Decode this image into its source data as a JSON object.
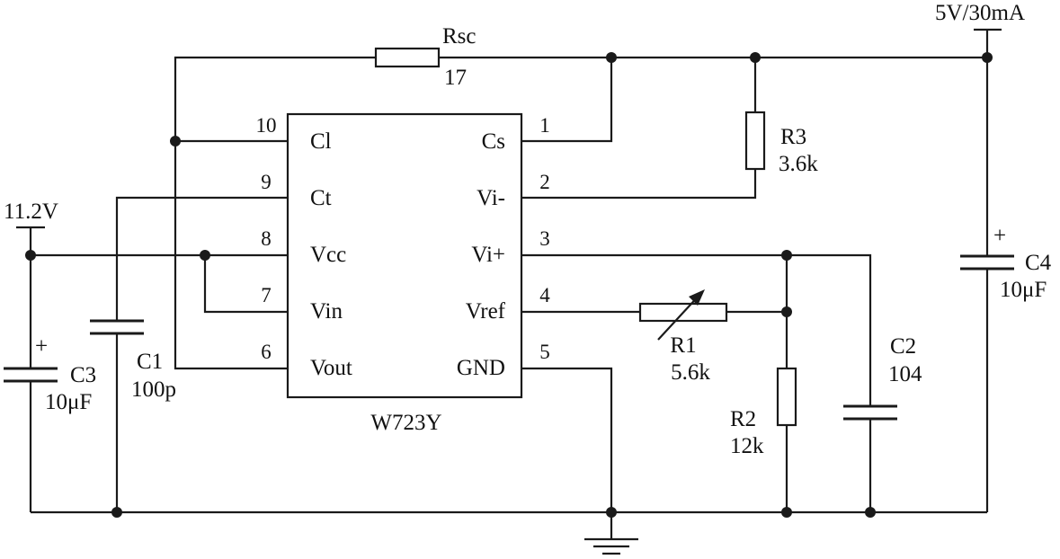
{
  "chip": {
    "name": "W723Y",
    "left_pins": [
      {
        "num": "10",
        "label": "Cl"
      },
      {
        "num": "9",
        "label": "Ct"
      },
      {
        "num": "8",
        "label": "Vcc"
      },
      {
        "num": "7",
        "label": "Vin"
      },
      {
        "num": "6",
        "label": "Vout"
      }
    ],
    "right_pins": [
      {
        "num": "1",
        "label": "Cs"
      },
      {
        "num": "2",
        "label": "Vi-"
      },
      {
        "num": "3",
        "label": "Vi+"
      },
      {
        "num": "4",
        "label": "Vref"
      },
      {
        "num": "5",
        "label": "GND"
      }
    ]
  },
  "supply_in": "11.2V",
  "supply_out": "5V/30mA",
  "rsc": {
    "name": "Rsc",
    "value": "17"
  },
  "r1": {
    "name": "R1",
    "value": "5.6k"
  },
  "r2": {
    "name": "R2",
    "value": "12k"
  },
  "r3": {
    "name": "R3",
    "value": "3.6k"
  },
  "c1": {
    "name": "C1",
    "value": "100p"
  },
  "c2": {
    "name": "C2",
    "value": "104"
  },
  "c3": {
    "name": "C3",
    "value": "10μF",
    "polarity": "+"
  },
  "c4": {
    "name": "C4",
    "value": "10μF",
    "polarity": "+"
  }
}
